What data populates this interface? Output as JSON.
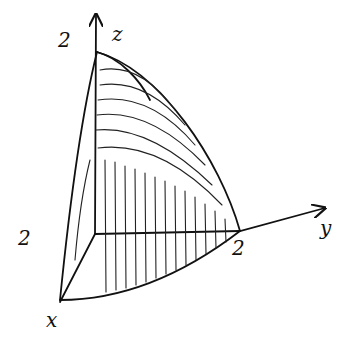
{
  "diagram": {
    "labels": [
      "2",
      "z",
      "2",
      "y",
      "2",
      "x"
    ]
  }
}
